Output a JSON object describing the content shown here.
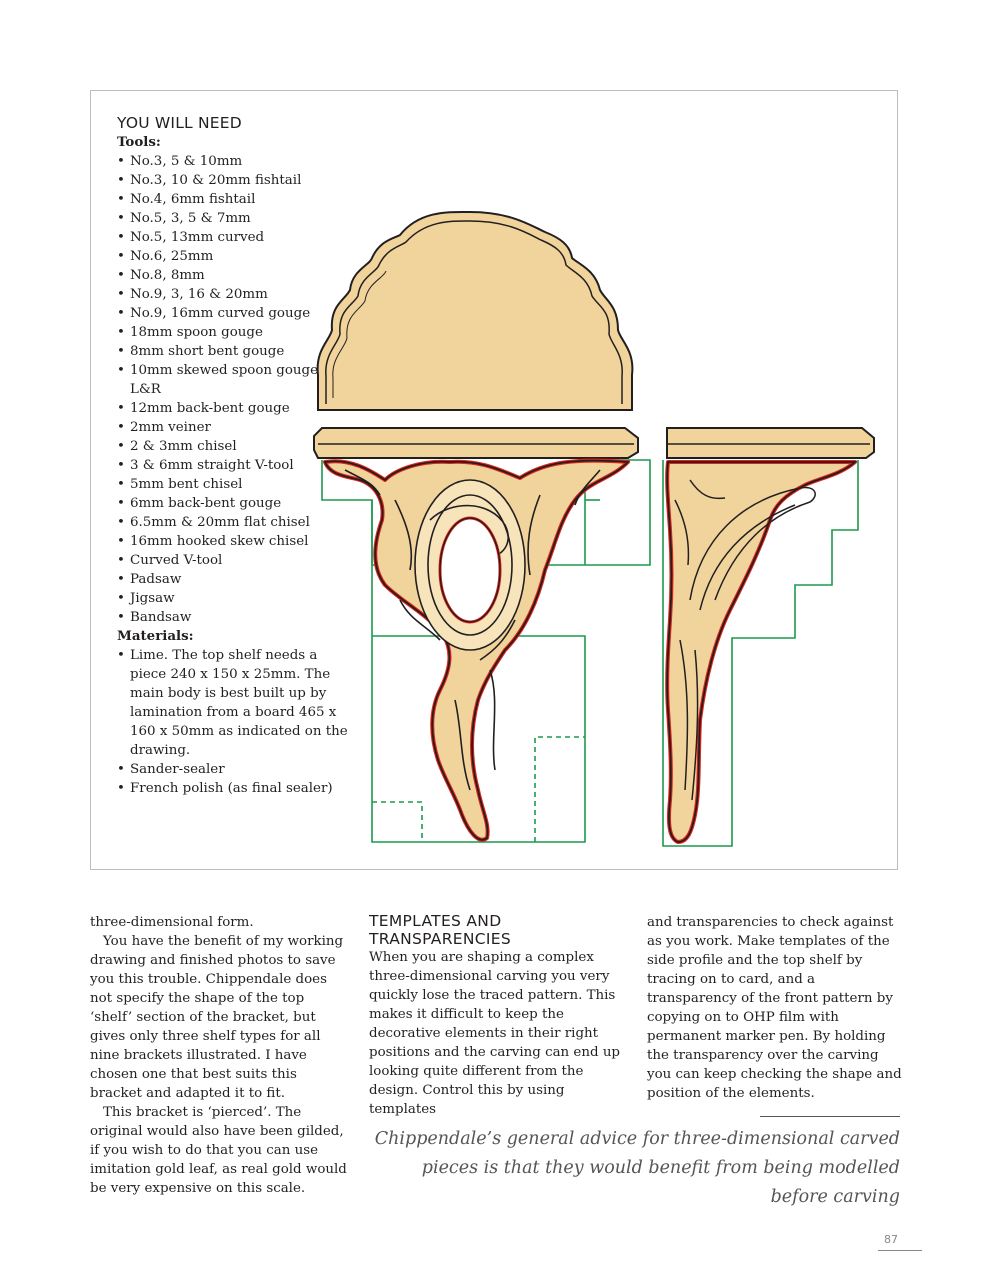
{
  "needs": {
    "heading": "YOU WILL NEED",
    "tools_label": "Tools:",
    "tools": [
      "No.3, 5 & 10mm",
      "No.3, 10 & 20mm fishtail",
      "No.4, 6mm fishtail",
      "No.5, 3, 5 & 7mm",
      "No.5, 13mm curved",
      "No.6, 25mm",
      "No.8, 8mm",
      "No.9, 3, 16 & 20mm",
      "No.9, 16mm curved gouge",
      "18mm spoon gouge",
      "8mm short bent gouge",
      "10mm skewed spoon gouges L&R",
      "12mm back-bent gouge",
      "2mm veiner",
      "2 & 3mm chisel",
      "3 & 6mm straight V-tool",
      "5mm bent chisel",
      "6mm back-bent gouge",
      "6.5mm & 20mm flat chisel",
      "16mm hooked skew chisel",
      "Curved V-tool",
      "Padsaw",
      "Jigsaw",
      "Bandsaw"
    ],
    "materials_label": "Materials:",
    "materials": [
      "Lime. The top shelf needs a piece 240 x 150 x 25mm. The main body is best built up by lamination from a board 465 x 160 x 50mm as indicated on the drawing.",
      "Sander-sealer",
      "French polish (as final sealer)"
    ]
  },
  "colors": {
    "wood": "#f0d49c",
    "outline": "#231f20",
    "cut_line": "#e2231a",
    "lamination": "#1d9a4f"
  },
  "body": {
    "col1": [
      "three-dimensional form.",
      "You have the benefit of my working drawing and finished photos to save you this trouble. Chippendale does not specify the shape of the top ‘shelf’ section of the bracket, but gives only three shelf types for all nine brackets illustrated. I have chosen one that best suits this bracket and adapted it to fit.",
      "This bracket is ‘pierced’. The original would also have been gilded, if you wish to do that you can use imitation gold leaf, as real gold would be very expensive on this scale."
    ],
    "col2_heading": "TEMPLATES AND TRANSPARENCIES",
    "col2": "When you are shaping a complex three-dimensional carving you very quickly lose the traced pattern. This makes it difficult to keep the decorative elements in their right positions and the carving can end up looking quite different from the design. Control this by using templates",
    "col3": "and transparencies to check against as you work. Make templates of the side profile and the top shelf by tracing on to card, and a transparency of the front pattern by copying on to OHP film with permanent marker pen. By holding the transparency over the carving you can keep checking the shape and position of the elements."
  },
  "pull_quote": "Chippendale’s general advice for three-dimensional carved pieces is that they would benefit from being modelled before carving",
  "page_number": "87"
}
